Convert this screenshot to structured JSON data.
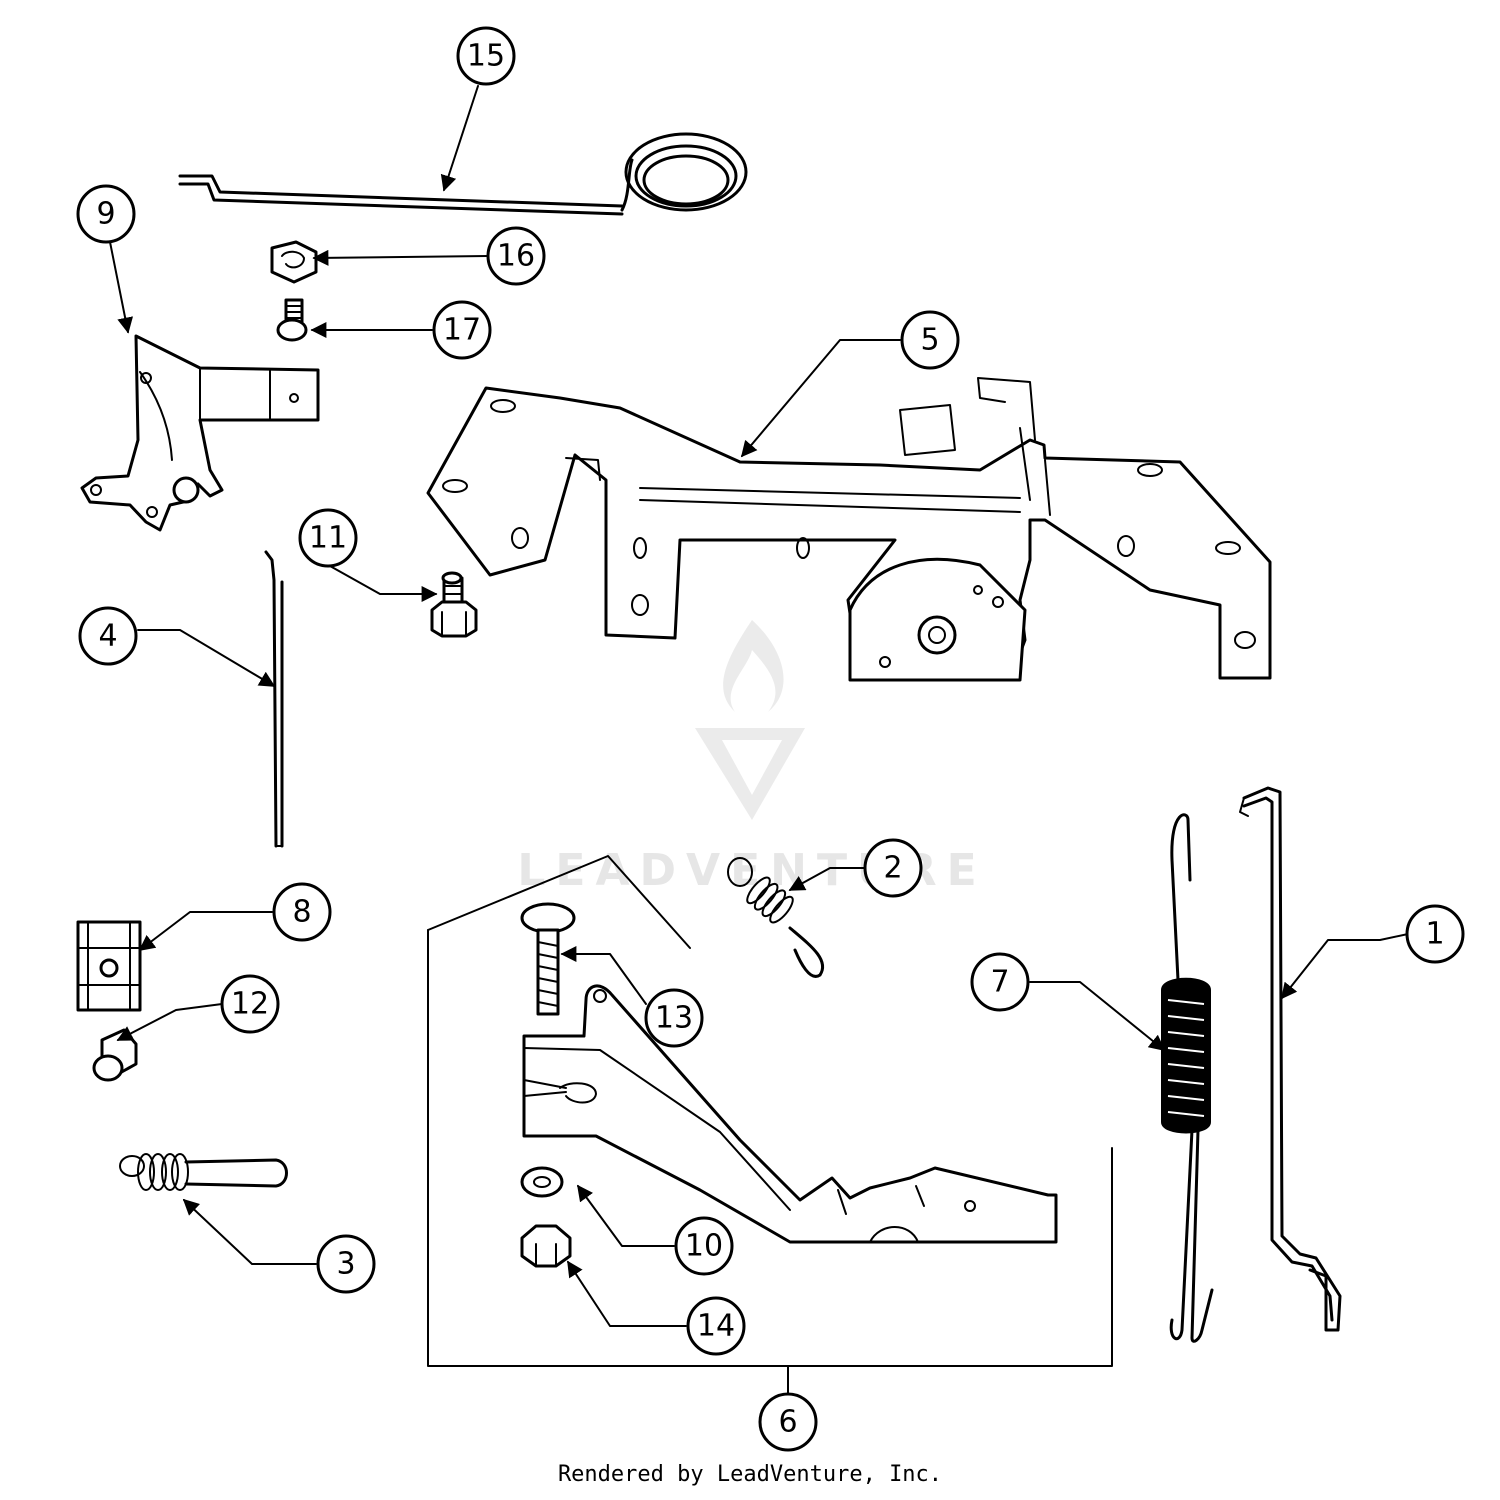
{
  "watermark": {
    "text": "LEADVENTURE"
  },
  "footer": {
    "text": "Rendered by LeadVenture, Inc."
  },
  "callouts": [
    {
      "label": "1"
    },
    {
      "label": "2"
    },
    {
      "label": "3"
    },
    {
      "label": "4"
    },
    {
      "label": "5"
    },
    {
      "label": "6"
    },
    {
      "label": "7"
    },
    {
      "label": "8"
    },
    {
      "label": "9"
    },
    {
      "label": "10"
    },
    {
      "label": "11"
    },
    {
      "label": "12"
    },
    {
      "label": "13"
    },
    {
      "label": "14"
    },
    {
      "label": "15"
    },
    {
      "label": "16"
    },
    {
      "label": "17"
    }
  ]
}
